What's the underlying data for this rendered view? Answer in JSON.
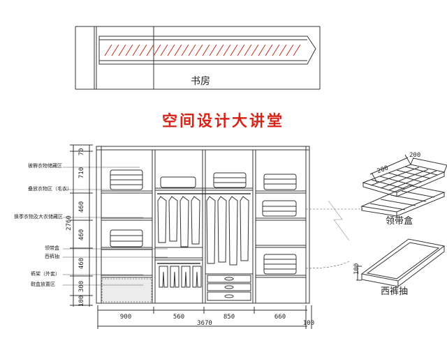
{
  "top_label": "书房",
  "title": "空间设计大讲堂",
  "accent_color": "#d62418",
  "height_dims": [
    "70",
    "710",
    "460",
    "460",
    "460",
    "300",
    "100"
  ],
  "total_height": "2760",
  "width_dims": [
    "900",
    "560",
    "850",
    "660"
  ],
  "total_width": "3670",
  "right_dim": "100",
  "left_notes": [
    "被褥衣物储藏区",
    "叠放衣物区（毛衣）",
    "换季衣物及大衣储藏区",
    "领带盒",
    "西裤抽",
    "裤架（外套）",
    "鞋盒放置区"
  ],
  "tie_box": {
    "label": "领带盒",
    "dim1": "200",
    "dim2": "200"
  },
  "trouser_pull": {
    "label": "西裤抽",
    "dim": "100"
  }
}
